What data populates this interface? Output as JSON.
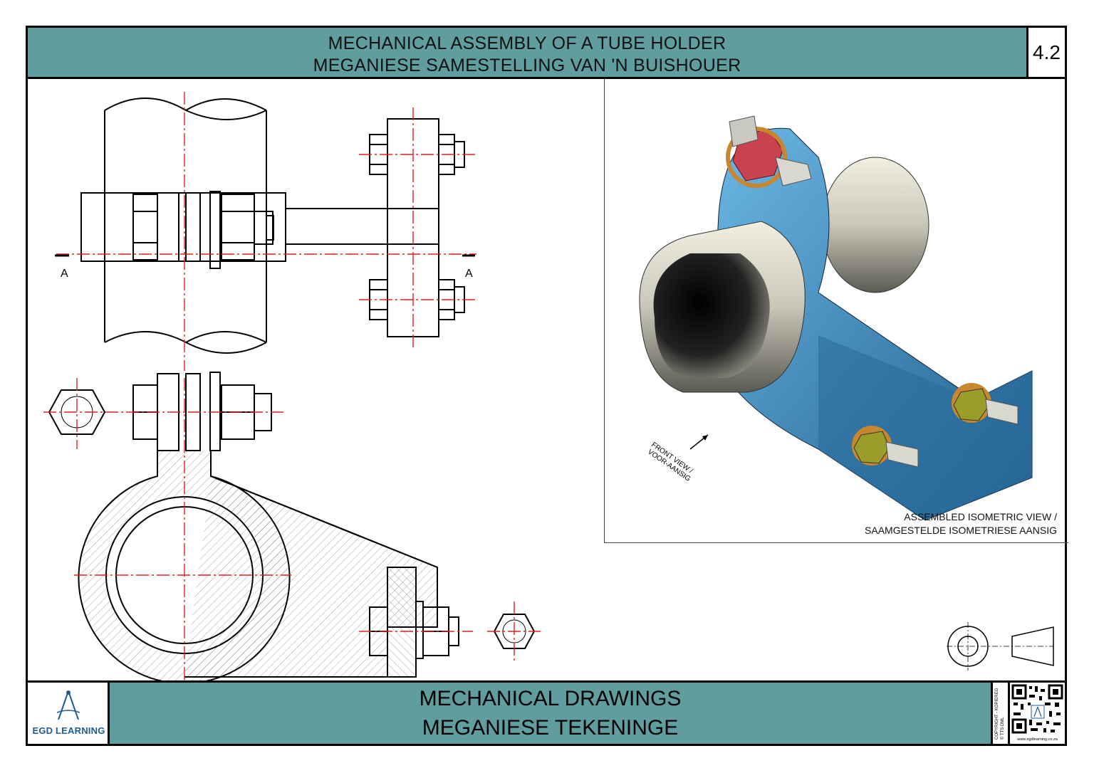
{
  "header": {
    "title_en": "MECHANICAL ASSEMBLY OF A TUBE HOLDER",
    "title_af": "MEGANIESE SAMESTELLING VAN 'N BUISHOUER",
    "sheet_number": "4.2"
  },
  "drawing": {
    "section_label_left": "A",
    "section_label_right": "A",
    "front_view_note_line1": "FRONT VIEW /",
    "front_view_note_line2": "VOOR-AANSIG",
    "iso_caption_line1": "ASSEMBLED ISOMETRIC VIEW /",
    "iso_caption_line2": "SAAMGESTELDE ISOMETRIESE AANSIG",
    "colors": {
      "title_band": "#5f9d9e",
      "centerline": "#e02020",
      "bracket_blue": "#2f7fb5",
      "tube_grey": "#c9c7b8",
      "nut_red": "#c9434f",
      "nut_olive": "#9a9d2a",
      "washer_bronze": "#c8862e"
    }
  },
  "footer": {
    "logo_text": "EGD LEARNING",
    "title_en": "MECHANICAL DRAWINGS",
    "title_af": "MEGANIESE TEKENINGE",
    "copyright_line1": "COPYRIGHT - KOPIEREG",
    "copyright_line2": "© TTS DML",
    "url": "www.egdlearning.co.za"
  }
}
